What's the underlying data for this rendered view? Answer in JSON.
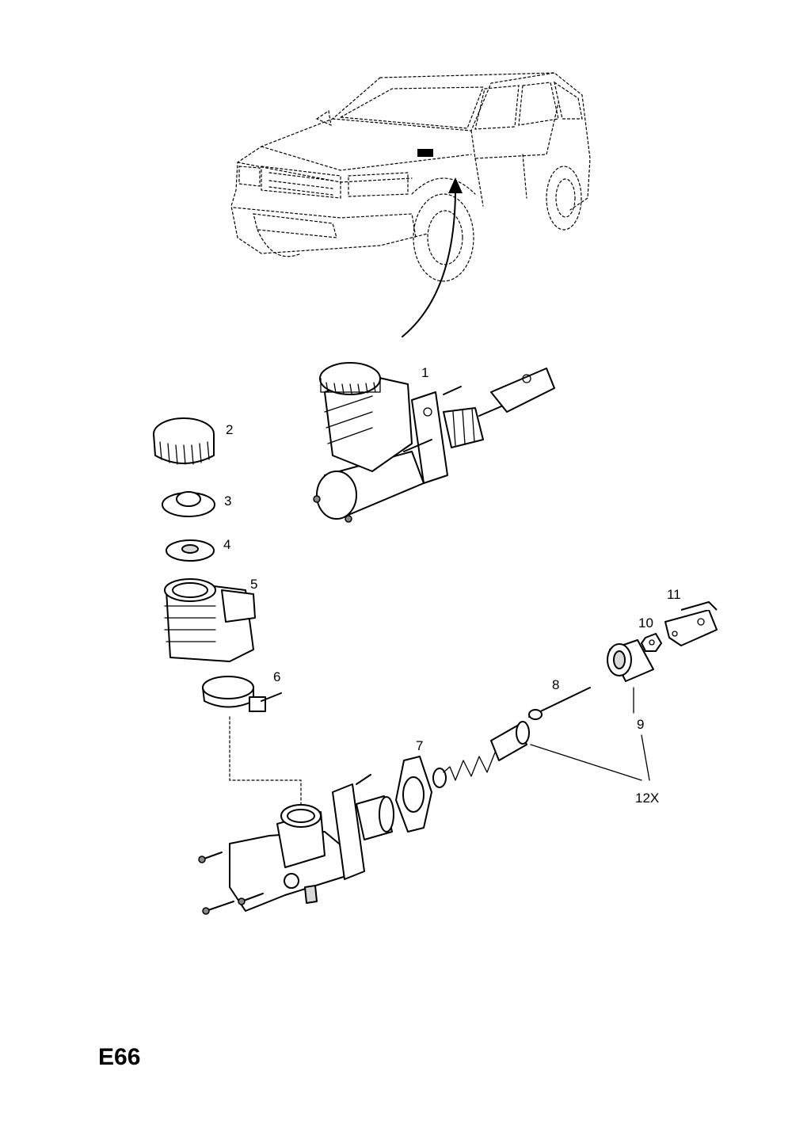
{
  "page": {
    "code": "E66"
  },
  "callouts": [
    {
      "id": "1",
      "text": "1"
    },
    {
      "id": "2",
      "text": "2"
    },
    {
      "id": "3",
      "text": "3"
    },
    {
      "id": "4",
      "text": "4"
    },
    {
      "id": "5",
      "text": "5"
    },
    {
      "id": "6",
      "text": "6"
    },
    {
      "id": "7",
      "text": "7"
    },
    {
      "id": "8",
      "text": "8"
    },
    {
      "id": "9",
      "text": "9"
    },
    {
      "id": "10",
      "text": "10"
    },
    {
      "id": "11",
      "text": "11"
    },
    {
      "id": "12X",
      "text": "12X"
    }
  ]
}
